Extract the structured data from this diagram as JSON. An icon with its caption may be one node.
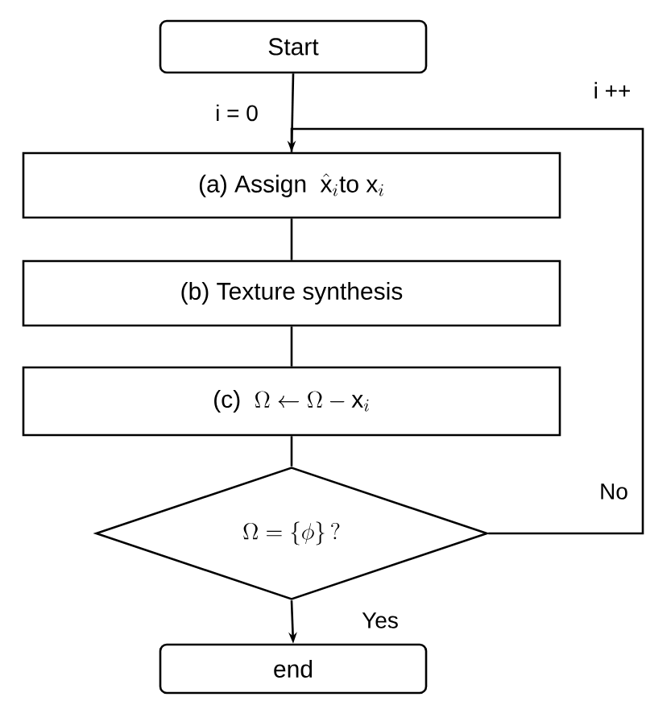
{
  "diagram": {
    "nodes": [
      {
        "text": [
          "Start"
        ]
      },
      {
        "text": [
          "\\text{(a) Assign }\\;\\hat{\\mathrm{x}}_i\\text{to }\\mathrm{x}_i"
        ]
      },
      {
        "text": [
          "(b) Texture synthesis"
        ]
      },
      {
        "text": [
          "\\text{(c) }\\;\\Omega \\leftarrow \\Omega - \\mathrm{x}_i"
        ]
      },
      {
        "text": [
          "\\Omega = \\{\\phi\\}\\,?"
        ]
      },
      {
        "text": [
          "end"
        ]
      }
    ],
    "edges": [
      {
        "from": 0,
        "to": 1,
        "arrow": "none",
        "label": "i = 0"
      },
      {
        "from": 1,
        "to": 2,
        "arrow": "none"
      },
      {
        "from": 2,
        "to": 3,
        "arrow": "none"
      },
      {
        "from": 3,
        "to": 4,
        "arrow": "none"
      },
      {
        "from": 4,
        "to": 5,
        "arrow": "to",
        "label": "Yes"
      },
      {
        "from": 4,
        "to": 1,
        "arrow": "to",
        "label": "No"
      }
    ],
    "labels": [
      "i ++"
    ]
  }
}
